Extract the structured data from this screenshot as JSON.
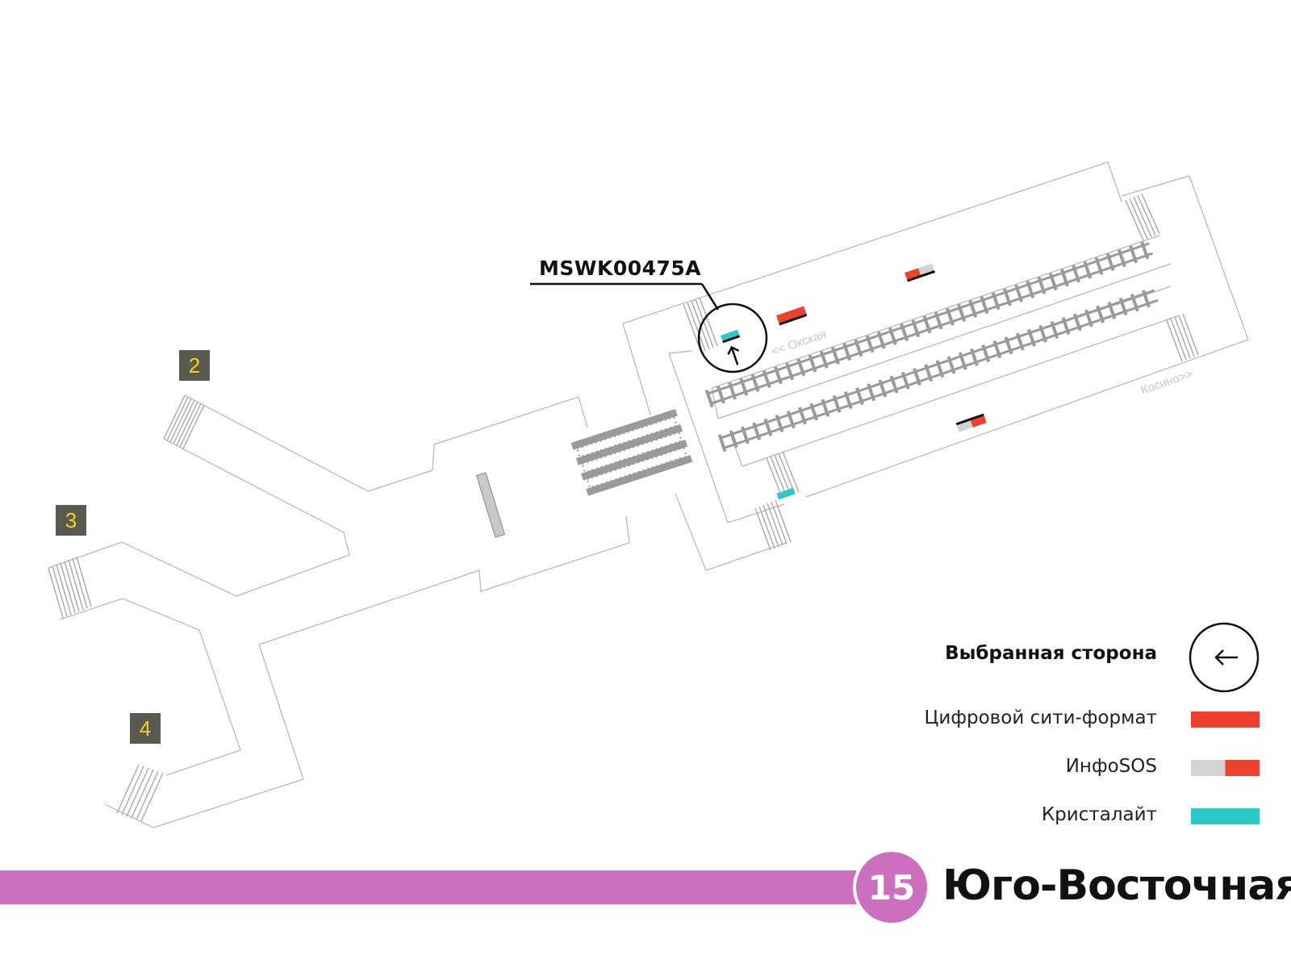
{
  "exits": [
    {
      "number": "2"
    },
    {
      "number": "3"
    },
    {
      "number": "4"
    }
  ],
  "panel": {
    "code": "MSWK00475A"
  },
  "directions": {
    "left": "<< Окская",
    "right": "Косино>>"
  },
  "legend": {
    "selected_side": "Выбранная сторона",
    "items": [
      {
        "label": "Цифровой сити-формат",
        "colors": [
          "#ef4130"
        ]
      },
      {
        "label": "ИнфоSOS",
        "colors": [
          "#d3d3d3",
          "#ef4130"
        ]
      },
      {
        "label": "Кристалайт",
        "colors": [
          "#2cc9c8"
        ]
      }
    ]
  },
  "line": {
    "number": "15",
    "color": "#cc6fbe"
  },
  "station": {
    "name": "Юго-Восточная"
  },
  "colors": {
    "digital_city": "#ef4130",
    "infosos_gray": "#d3d3d3",
    "cristalight": "#2cc9c8",
    "badge_bg": "#5a5a50",
    "badge_text": "#f2d21b"
  }
}
